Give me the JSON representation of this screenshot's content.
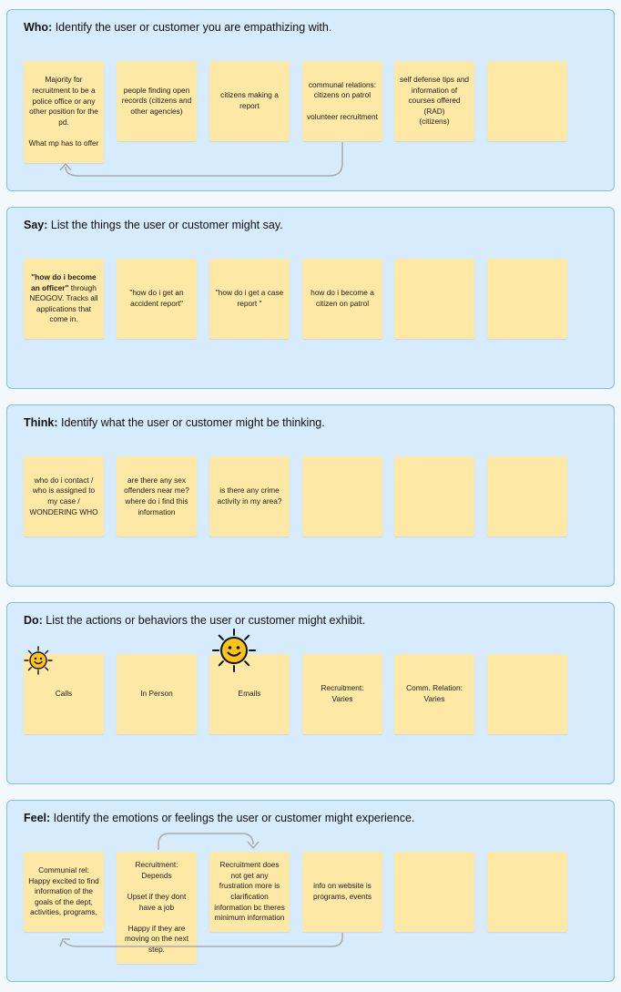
{
  "sections": [
    {
      "label": "Who:",
      "text": " Identify the user or customer you are empathizing with.",
      "notes": [
        "Majority for recruitment to be a police office or any other position for the pd.\n\nWhat mp has to offer",
        "people finding open records (citizens and other agencies)",
        "citizens making a report",
        "communal relations: citizens on patrol\n\nvolunteer recruitment",
        "self defense tips and information of courses offered (RAD)\n(citizens)",
        ""
      ]
    },
    {
      "label": "Say:",
      "text": " List the things the user or customer might say.",
      "notes": [
        {
          "bold": "\"how do i become an officer\"",
          "rest": " through NEOGOV. Tracks all applications that come in."
        },
        "\"how do i get an accident report\"",
        "\"how do i get a case report \"",
        "how do i become a citizen on patrol",
        "",
        ""
      ]
    },
    {
      "label": "Think:",
      "text": " Identify what the user or customer might be thinking.",
      "notes": [
        "who do i contact / who is assigned to my case / WONDERING WHO",
        "are there any sex offenders near me? where do i find this information",
        "is there any crime activity in my area?",
        "",
        "",
        ""
      ]
    },
    {
      "label": "Do:",
      "text": " List the actions or behaviors the user or customer might exhibit.",
      "notes": [
        "Calls",
        "In Person",
        "Emails",
        "Recruitment:\nVaries",
        "Comm. Relation:\nVaries",
        ""
      ]
    },
    {
      "label": "Feel:",
      "text": " Identify the emotions or feelings the user or customer might experience.",
      "notes": [
        "Communial rel:\nHappy excited to find information of the goals of the dept, activities, programs,",
        "Recruitment:\nDepends\n\nUpset if they dont have a job\n\nHappy if they are moving on the next step.",
        "Recruitment does not get any frustration more is clarification information bc theres minimum information",
        "info on website is programs, events",
        "",
        ""
      ]
    }
  ],
  "colors": {
    "section_bg": "#d6ecfc",
    "section_border": "#7cc0ec",
    "note": "#fde8a6",
    "connector": "#a9a9a9",
    "sun": "#fcc419"
  },
  "icons": [
    "smiling-sun-icon",
    "smiling-sun-icon"
  ]
}
